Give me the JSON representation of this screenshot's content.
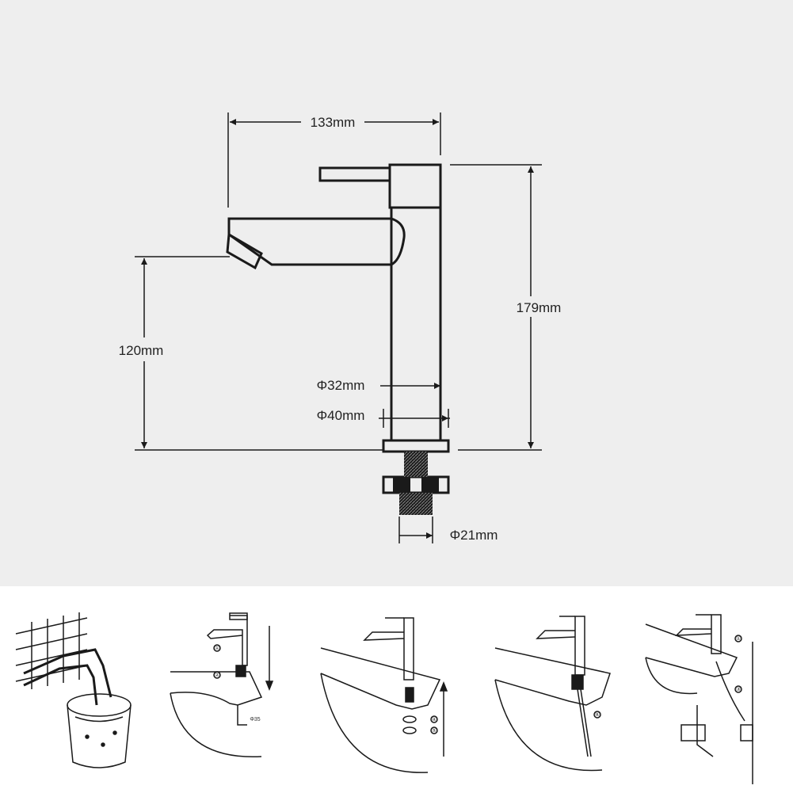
{
  "dimensions": {
    "width_label": "133mm",
    "height_label": "179mm",
    "spout_height_label": "120mm",
    "body_diameter_label": "Φ32mm",
    "base_diameter_label": "Φ40mm",
    "thread_diameter_label": "Φ21mm"
  },
  "installation_steps": {
    "step2": {
      "label_1": "①",
      "label_2": "②",
      "hole_label": "Φ35"
    },
    "step3": {
      "label_4": "④",
      "label_5": "⑤"
    },
    "step4": {
      "label_6": "⑥"
    },
    "step5": {
      "label_1": "①",
      "label_3": "③"
    }
  },
  "colors": {
    "top_background": "#eeeeee",
    "line": "#1a1a1a"
  }
}
